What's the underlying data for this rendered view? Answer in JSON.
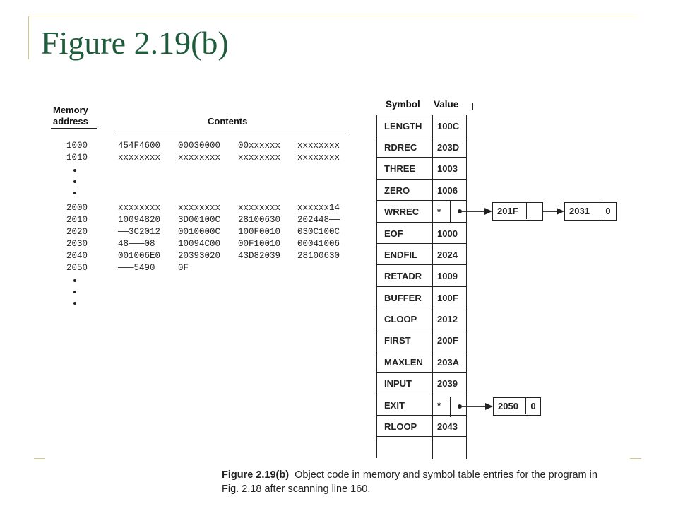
{
  "slide": {
    "title": "Figure 2.19(b)"
  },
  "memory": {
    "header_memory": "Memory",
    "header_address": "address",
    "header_contents": "Contents",
    "rows": [
      {
        "addr": "1000",
        "c": [
          "454F4600",
          "00030000",
          "00xxxxxx",
          "xxxxxxxx"
        ]
      },
      {
        "addr": "1010",
        "c": [
          "xxxxxxxx",
          "xxxxxxxx",
          "xxxxxxxx",
          "xxxxxxxx"
        ]
      },
      {
        "addr": "2000",
        "c": [
          "xxxxxxxx",
          "xxxxxxxx",
          "xxxxxxxx",
          "xxxxxx14"
        ]
      },
      {
        "addr": "2010",
        "c": [
          "10094820",
          "3D00100C",
          "28100630",
          "202448——"
        ]
      },
      {
        "addr": "2020",
        "c": [
          "——3C2012",
          "0010000C",
          "100F0010",
          "030C100C"
        ]
      },
      {
        "addr": "2030",
        "c": [
          "48———08",
          "10094C00",
          "00F10010",
          "00041006"
        ]
      },
      {
        "addr": "2040",
        "c": [
          "001006E0",
          "20393020",
          "43D82039",
          "28100630"
        ]
      },
      {
        "addr": "2050",
        "c": [
          "———5490",
          "0F",
          "",
          ""
        ]
      }
    ]
  },
  "symtab": {
    "header_symbol": "Symbol",
    "header_value": "Value",
    "rows": [
      {
        "s": "LENGTH",
        "v": "100C"
      },
      {
        "s": "RDREC",
        "v": "203D"
      },
      {
        "s": "THREE",
        "v": "1003"
      },
      {
        "s": "ZERO",
        "v": "1006"
      },
      {
        "s": "WRREC",
        "v": "*"
      },
      {
        "s": "EOF",
        "v": "1000"
      },
      {
        "s": "ENDFIL",
        "v": "2024"
      },
      {
        "s": "RETADR",
        "v": "1009"
      },
      {
        "s": "BUFFER",
        "v": "100F"
      },
      {
        "s": "CLOOP",
        "v": "2012"
      },
      {
        "s": "FIRST",
        "v": "200F"
      },
      {
        "s": "MAXLEN",
        "v": "203A"
      },
      {
        "s": "INPUT",
        "v": "2039"
      },
      {
        "s": "EXIT",
        "v": "*"
      },
      {
        "s": "RLOOP",
        "v": "2043"
      },
      {
        "s": "",
        "v": ""
      }
    ],
    "wrrec_chain": [
      {
        "addr": "201F",
        "next": ""
      },
      {
        "addr": "2031",
        "next": "0"
      }
    ],
    "exit_chain": [
      {
        "addr": "2050",
        "next": "0"
      }
    ]
  },
  "caption": {
    "label": "Figure 2.19(b)",
    "text": "Object code in memory and symbol table entries for the program in Fig. 2.18 after scanning line 160."
  }
}
